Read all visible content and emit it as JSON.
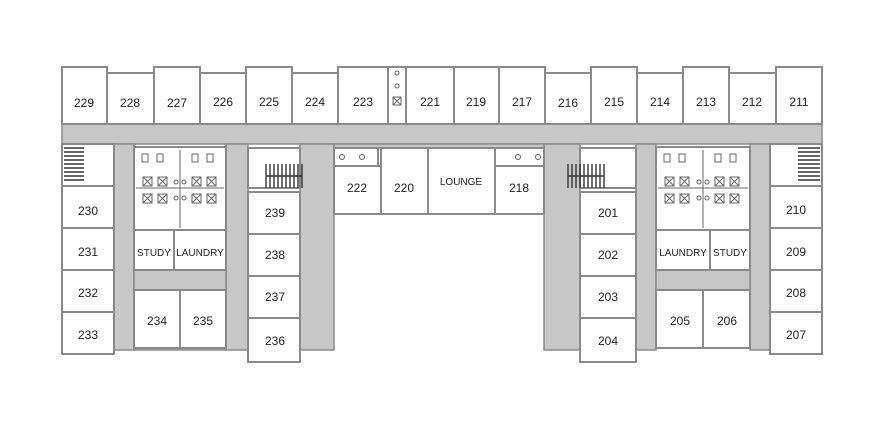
{
  "colors": {
    "wall": "#c7c7c7",
    "stroke": "#8a8a8a",
    "room_fill": "#ffffff",
    "text": "#222222"
  },
  "rooms": {
    "r229": "229",
    "r228": "228",
    "r227": "227",
    "r226": "226",
    "r225": "225",
    "r224": "224",
    "r223": "223",
    "r221": "221",
    "r219": "219",
    "r217": "217",
    "r216": "216",
    "r215": "215",
    "r214": "214",
    "r213": "213",
    "r212": "212",
    "r211": "211",
    "r222": "222",
    "r220": "220",
    "r218": "218",
    "r230": "230",
    "r231": "231",
    "r232": "232",
    "r233": "233",
    "r234": "234",
    "r235": "235",
    "r236": "236",
    "r237": "237",
    "r238": "238",
    "r239": "239",
    "r201": "201",
    "r202": "202",
    "r203": "203",
    "r204": "204",
    "r205": "205",
    "r206": "206",
    "r207": "207",
    "r208": "208",
    "r209": "209",
    "r210": "210"
  },
  "labels": {
    "lounge": "LOUNGE",
    "study_left": "STUDY",
    "laundry_left": "LAUNDRY",
    "laundry_right": "LAUNDRY",
    "study_right": "STUDY"
  },
  "icons": [
    "stair-icon",
    "toilet-icon",
    "shower-icon",
    "sink-icon"
  ]
}
